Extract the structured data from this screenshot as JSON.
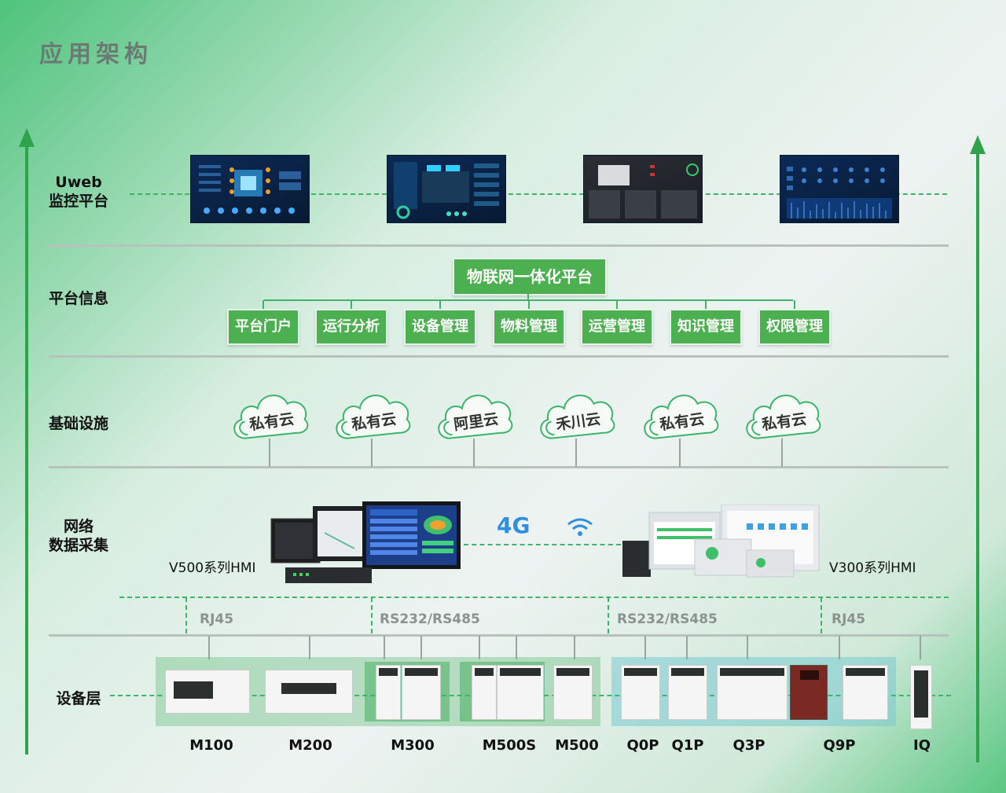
{
  "title": "应用架构",
  "layers": {
    "uweb": "Uweb\n监控平台",
    "platform": "平台信息",
    "infra": "基础设施",
    "network": "网络\n数据采集",
    "device": "设备层"
  },
  "platform": {
    "main": "物联网一体化平台",
    "modules": [
      "平台门户",
      "运行分析",
      "设备管理",
      "物料管理",
      "运营管理",
      "知识管理",
      "权限管理"
    ]
  },
  "clouds": [
    "私有云",
    "私有云",
    "阿里云",
    "禾川云",
    "私有云",
    "私有云"
  ],
  "network": {
    "left_hmi": "V500系列HMI",
    "right_hmi": "V300系列HMI",
    "badge_4g": "4G"
  },
  "protocols": [
    "RJ45",
    "RS232/RS485",
    "RS232/RS485",
    "RJ45"
  ],
  "products": [
    "M100",
    "M200",
    "M300",
    "M500S",
    "M500",
    "Q0P",
    "Q1P",
    "Q3P",
    "Q9P",
    "IQ"
  ],
  "colors": {
    "accent": "#4caf50",
    "line": "#2fa24e"
  }
}
